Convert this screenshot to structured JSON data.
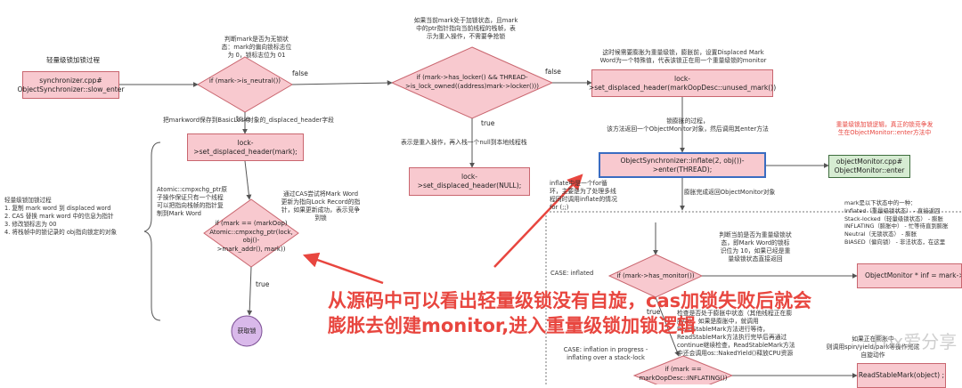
{
  "title_left": "轻量级锁加锁过程",
  "nodes": {
    "start": "synchronizer.cpp#\nObjectSynchronizer::slow_enter",
    "is_neutral": "if (mark->is_neutral())",
    "set_displaced": "lock->set_displaced_header(mark);",
    "cas_check": "if (mark == (markOop)\nAtomic::cmpxchg_ptr(lock, obj()-\n>mark_addr(), mark))",
    "acquired": "获取锁",
    "has_locker": "if (mark->has_locker() && THREAD-\n>is_lock_owned((address)mark->locker()))",
    "set_null": "lock->set_displaced_header(NULL);",
    "set_unused": "lock->set_displaced_header(markOopDesc::unused_mark())",
    "inflate": "ObjectSynchronizer::inflate(2, obj())->enter(THREAD);",
    "object_monitor_enter": "objectMonitor.cpp#\nObjectMonitor::enter",
    "has_monitor": "if (mark->has_monitor())",
    "inflating": "if (mark ==\nmarkOopDesc::INFLATING())",
    "inf_assign": "ObjectMonitor * inf = mark->monitor",
    "read_stable": "ReadStableMark(object) ;"
  },
  "labels": {
    "false1": "false",
    "false2": "false",
    "true1": "true",
    "true2": "true",
    "true3": "true",
    "true4": "true"
  },
  "notes": {
    "n_neutral": "判断mark是否为无锁状\n态：mark的偏向锁标志位\n为 0，锁标志位为 01",
    "n_save": "把markword保存到BasicLock对象的_displaced_header字段",
    "n_cmpxchg": "Atomic::cmpxchg_ptr原\n子操作保证只有一个线程\n可以把指向栈帧的指针复\n制到Mark Word",
    "n_cas": "通过CAS尝试将Mark Word\n更新为指向Lock Record的指\n针，如果更新成功，表示竞争\n到锁",
    "n_steps": "轻量级锁加锁过程\n1. 复制 mark word 到 displaced word\n2. CAS 替换 mark word 中的信息为指针\n3. 修改锁标志为 00\n4. 将栈帧中的锁记录的 obj指向锁定的对象",
    "n_locker": "如果当前mark处于加锁状态，且mark\n中的ptr指针指向当前线程的栈帧，表\n示为重入操作，不需要争抢锁",
    "n_reentry": "表示是重入操作，再入栈一个null到本地线程栈",
    "n_inflate_need": "这时候需要膨胀为重量级锁，膨胀前，设置Displaced Mark\nWord为一个特殊值，代表该锁正在用一个重量级锁的monitor",
    "n_inflate_desc": "锁膨胀的过程，\n该方法返回一个ObjectMonitor对象，然后调用其enter方法",
    "n_heavy": "重量级锁加锁逻辑，真正的锁竞争发\n生在ObjectMonitor::enter方法中",
    "n_for": "inflate中是一个for循\n环，主要是为了处理多线\n程同时调用inflate的情况",
    "n_forloop": "for (;;)",
    "n_returned": "膨胀完成返回ObjectMonitor对象",
    "n_states": "mark是以下状态中的一种：\n  Inflated（重量级锁状态）   - 直接返回\n  Stack-locked（轻量级锁状态） - 膨胀\n  INFLATING（膨胀中）   - 忙等待直到膨胀\n  Neutral（无锁状态）   - 膨胀\n  BIASED（偏向锁）   - 非法状态，在这里",
    "n_has_monitor": "判断当前是否为重量级锁状\n态，即Mark Word的锁标\n识位为 10，如果已经是重\n量级锁状态直接返回",
    "n_case_inflated": "CASE: inflated",
    "n_inflating": "检查是否处于膨胀中状态（其他线程正在膨\n胀中），如果是膨胀中，就调用\nReadStableMark方法进行等待，\nReadStableMark方法执行完毕后再通过\ncontinue继续检查，ReadStableMark方法\n中还会调用os::NakedYield()释放CPU资源",
    "n_case_progress": "CASE: inflation in progress -\ninflating over a stack-lock",
    "n_wait": "如果正在膨胀中\n则调用spin/yield/park等操作完成\n自旋动作"
  },
  "annotation": "从源码中可以看出轻量级锁没有自旋，cas加锁失败后就会\n膨胀去创建monitor,进入重量级锁加锁逻辑",
  "watermark": "Fox爱分享",
  "colors": {
    "box_fill": "#f8c9cf",
    "box_border": "#c9666f",
    "green_fill": "#d6ecd2",
    "annotation_red": "#e8463f"
  }
}
